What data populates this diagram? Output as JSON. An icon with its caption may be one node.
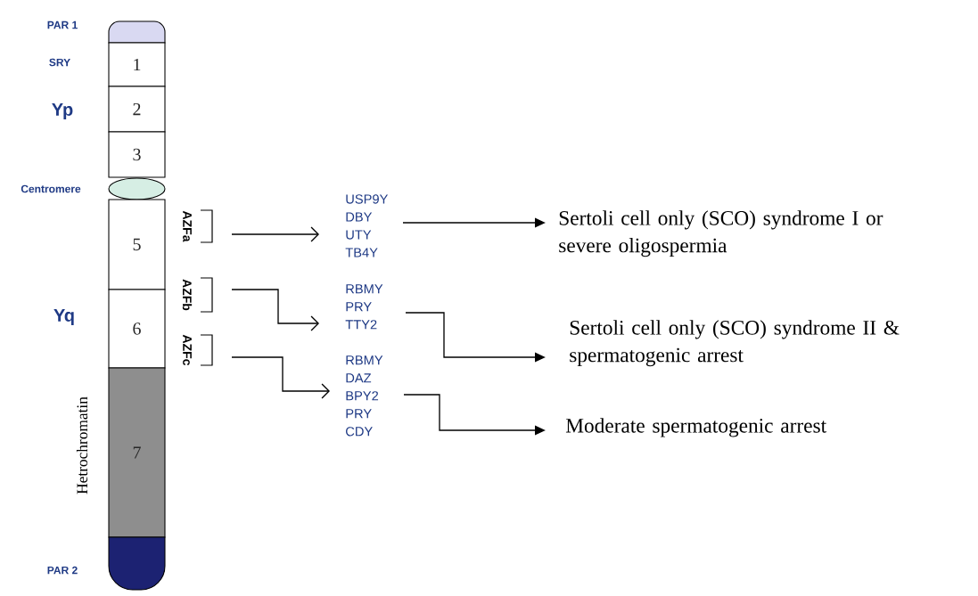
{
  "diagram": {
    "nodes": [
      {
        "text": [],
        "shape": "box"
      },
      {
        "text": [
          "1"
        ]
      },
      {
        "text": [
          "2"
        ]
      },
      {
        "text": [
          "3"
        ]
      },
      {
        "text": [],
        "shape": "ellipse"
      },
      {
        "text": [
          "5"
        ]
      },
      {
        "text": [
          "6"
        ]
      },
      {
        "text": [
          "7"
        ]
      },
      {
        "text": [],
        "shape": "box"
      },
      {
        "text": [
          "AZFa"
        ]
      },
      {
        "text": [
          "AZFb"
        ]
      },
      {
        "text": [
          "AZFc"
        ]
      },
      {
        "text": [
          "USP9Y DBY UTY TB4Y"
        ]
      },
      {
        "text": [
          "RBMY PRY TTY2"
        ]
      },
      {
        "text": [
          "RBMY DAZ BPY2 PRY CDY"
        ]
      },
      {
        "text": [
          "Sertoli cell only (SCO) syndrome I or severe oligospermia"
        ]
      },
      {
        "text": [
          "Sertoli cell only (SCO) syndrome II & spermatogenic arrest"
        ]
      },
      {
        "text": [
          "Moderate spermatogenic arrest"
        ]
      }
    ],
    "edges": [
      {
        "from": 9,
        "to": 12,
        "arrow": "to"
      },
      {
        "from": 10,
        "to": 13,
        "arrow": "to"
      },
      {
        "from": 11,
        "to": 14,
        "arrow": "to"
      },
      {
        "from": 12,
        "to": 15,
        "arrow": "to"
      },
      {
        "from": 13,
        "to": 16,
        "arrow": "to"
      },
      {
        "from": 14,
        "to": 17,
        "arrow": "to"
      }
    ],
    "labels": [
      "PAR 1",
      "SRY",
      "Yp",
      "Centromere",
      "Yq",
      "Hetrochromatin",
      "PAR 2"
    ]
  }
}
